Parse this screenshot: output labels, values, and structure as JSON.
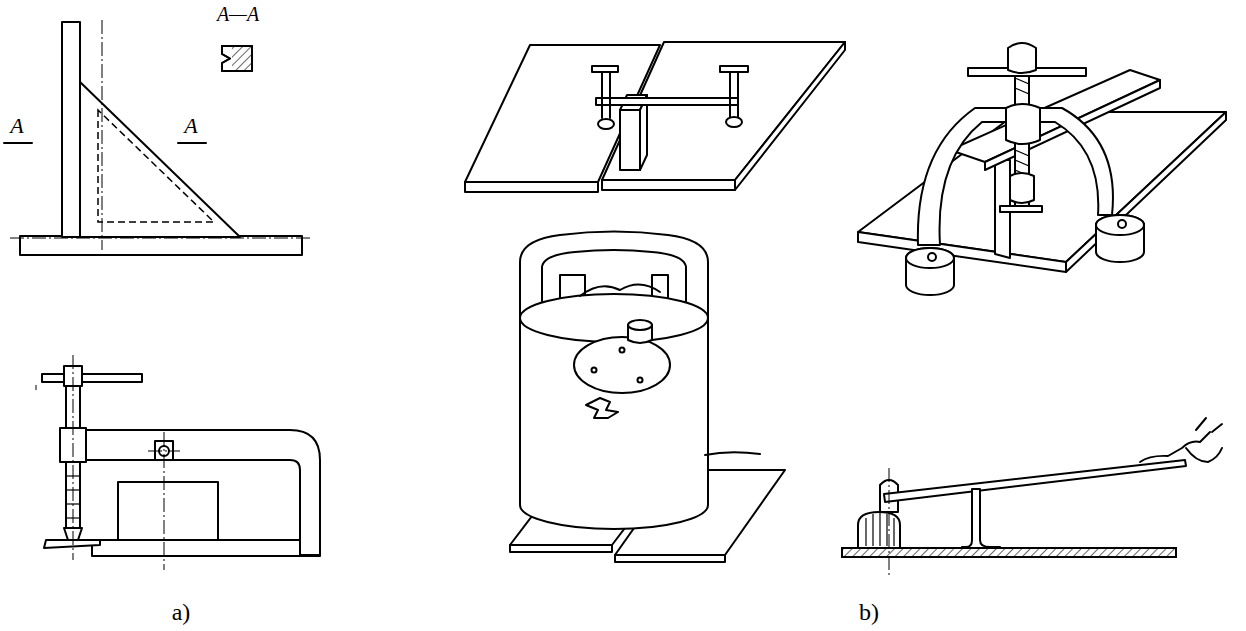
{
  "diagram": {
    "labels": [
      "A—A",
      "A",
      "A",
      "a)",
      "b)"
    ]
  }
}
